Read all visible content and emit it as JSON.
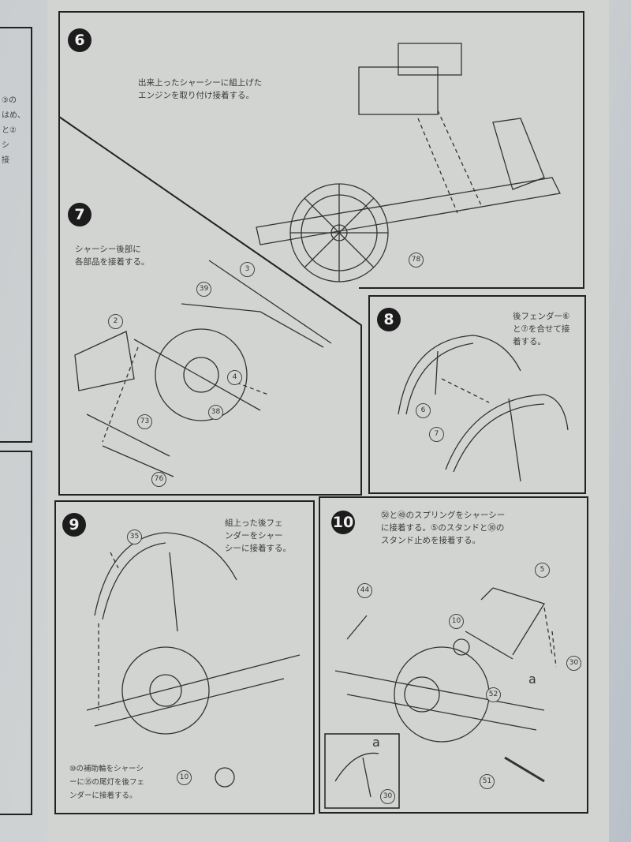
{
  "left_page_fragment": "③の\nはめ、\nと②\nシ\n接",
  "steps": [
    {
      "number": "6",
      "text": "出来上ったシャーシーに組上げた\nエンジンを取り付け接着する。",
      "parts": [
        "78"
      ]
    },
    {
      "number": "7",
      "text": "シャーシー後部に\n各部品を接着する。",
      "parts": [
        "3",
        "39",
        "2",
        "4",
        "38",
        "73",
        "76"
      ]
    },
    {
      "number": "8",
      "text": "後フェンダー⑥\nと⑦を合せて接\n着する。",
      "parts": [
        "6",
        "7"
      ]
    },
    {
      "number": "9",
      "text": "組上った後フェ\nンダーをシャー\nシーに接着する。",
      "note": "⑩の補助輪をシャーシ\nーに㉟の尾灯を後フェ\nンダーに接着する。",
      "parts": [
        "35",
        "10"
      ]
    },
    {
      "number": "10",
      "text": "㊿と㊾のスプリングをシャーシー\nに接着する。⑤のスタンドと㉚の\nスタンド止めを接着する。",
      "parts": [
        "44",
        "5",
        "10",
        "30",
        "52",
        "51"
      ],
      "letter": "a",
      "inset": {
        "letter": "a",
        "part": "30"
      }
    }
  ]
}
